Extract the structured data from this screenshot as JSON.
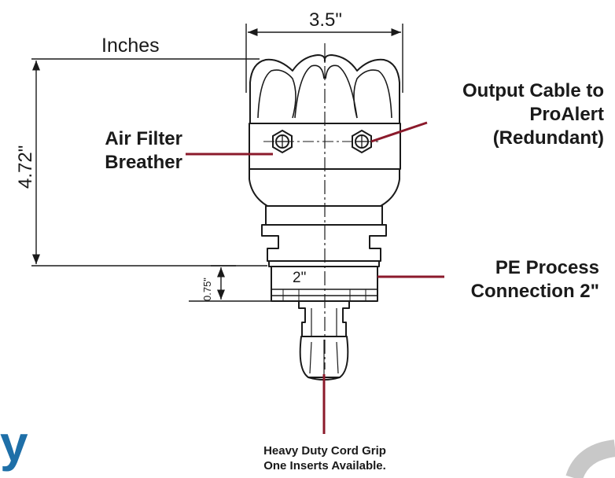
{
  "dimensions": {
    "unit_label": "Inches",
    "width": "3.5\"",
    "height": "4.72\"",
    "thread_height": "0.75\"",
    "thread_size": "2\""
  },
  "callouts": {
    "air_filter": {
      "line1": "Air Filter",
      "line2": "Breather"
    },
    "output_cable": {
      "line1": "Output Cable to",
      "line2": "ProAlert",
      "line3": "(Redundant)"
    },
    "pe_process": {
      "line1": "PE Process",
      "line2": "Connection 2\""
    },
    "cord_grip": {
      "line1": "Heavy Duty Cord Grip",
      "line2": "One Inserts Available."
    }
  },
  "partial_logo": {
    "left": "y",
    "right": "C"
  },
  "colors": {
    "leader": "#8b1a2b",
    "ink": "#1a1a1a",
    "logo_left": "#1e6fa8",
    "logo_right": "#c8c8c8"
  }
}
